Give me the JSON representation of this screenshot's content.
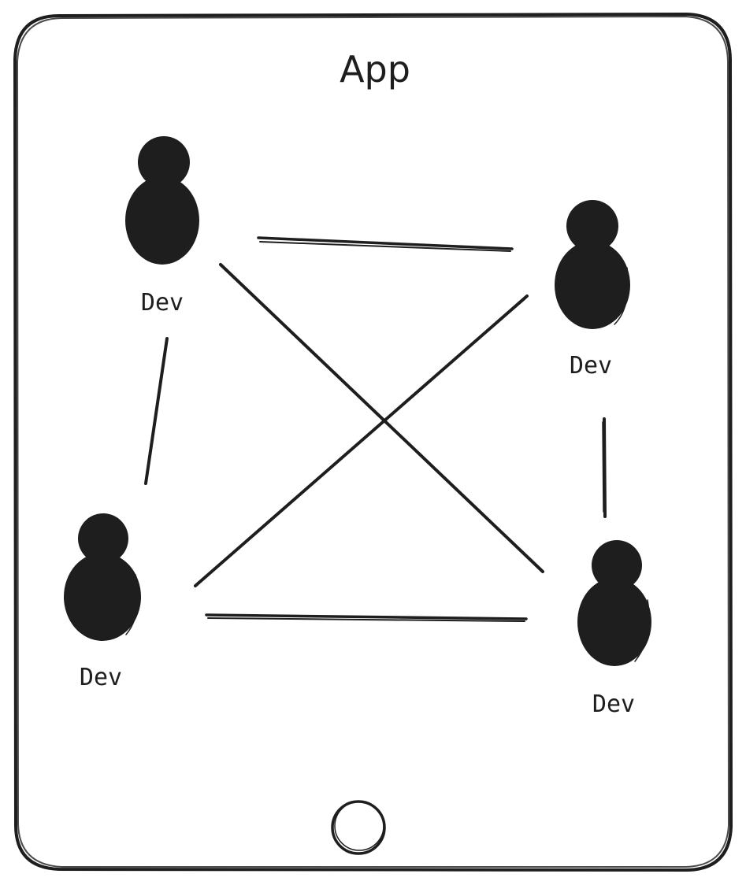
{
  "diagram": {
    "title": "App",
    "nodes": [
      {
        "id": "dev-top-left",
        "label": "Dev",
        "icon": "person-icon"
      },
      {
        "id": "dev-top-right",
        "label": "Dev",
        "icon": "person-icon"
      },
      {
        "id": "dev-bottom-left",
        "label": "Dev",
        "icon": "person-icon"
      },
      {
        "id": "dev-bottom-right",
        "label": "Dev",
        "icon": "person-icon"
      }
    ],
    "connections": [
      {
        "from": "dev-top-left",
        "to": "dev-top-right"
      },
      {
        "from": "dev-top-left",
        "to": "dev-bottom-left"
      },
      {
        "from": "dev-top-left",
        "to": "dev-bottom-right"
      },
      {
        "from": "dev-top-right",
        "to": "dev-bottom-left"
      },
      {
        "from": "dev-top-right",
        "to": "dev-bottom-right"
      },
      {
        "from": "dev-bottom-left",
        "to": "dev-bottom-right"
      }
    ],
    "device": {
      "type": "tablet",
      "home_button_icon": "home-button-icon"
    },
    "colors": {
      "stroke": "#1e1e1e",
      "background": "#ffffff"
    }
  }
}
